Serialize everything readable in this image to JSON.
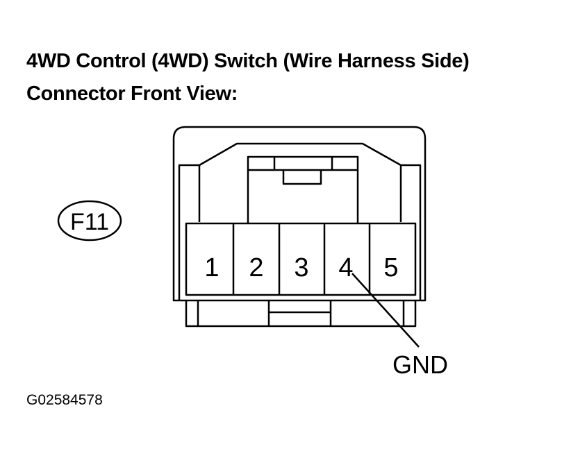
{
  "title": {
    "line1": "4WD Control (4WD) Switch (Wire Harness Side)",
    "line2": "Connector Front View:"
  },
  "connector": {
    "id": "F11",
    "pins": [
      "1",
      "2",
      "3",
      "4",
      "5"
    ]
  },
  "callout": {
    "label": "GND",
    "pin": "4"
  },
  "figure_id": "G02584578",
  "colors": {
    "line": "#000000",
    "background": "#ffffff"
  }
}
